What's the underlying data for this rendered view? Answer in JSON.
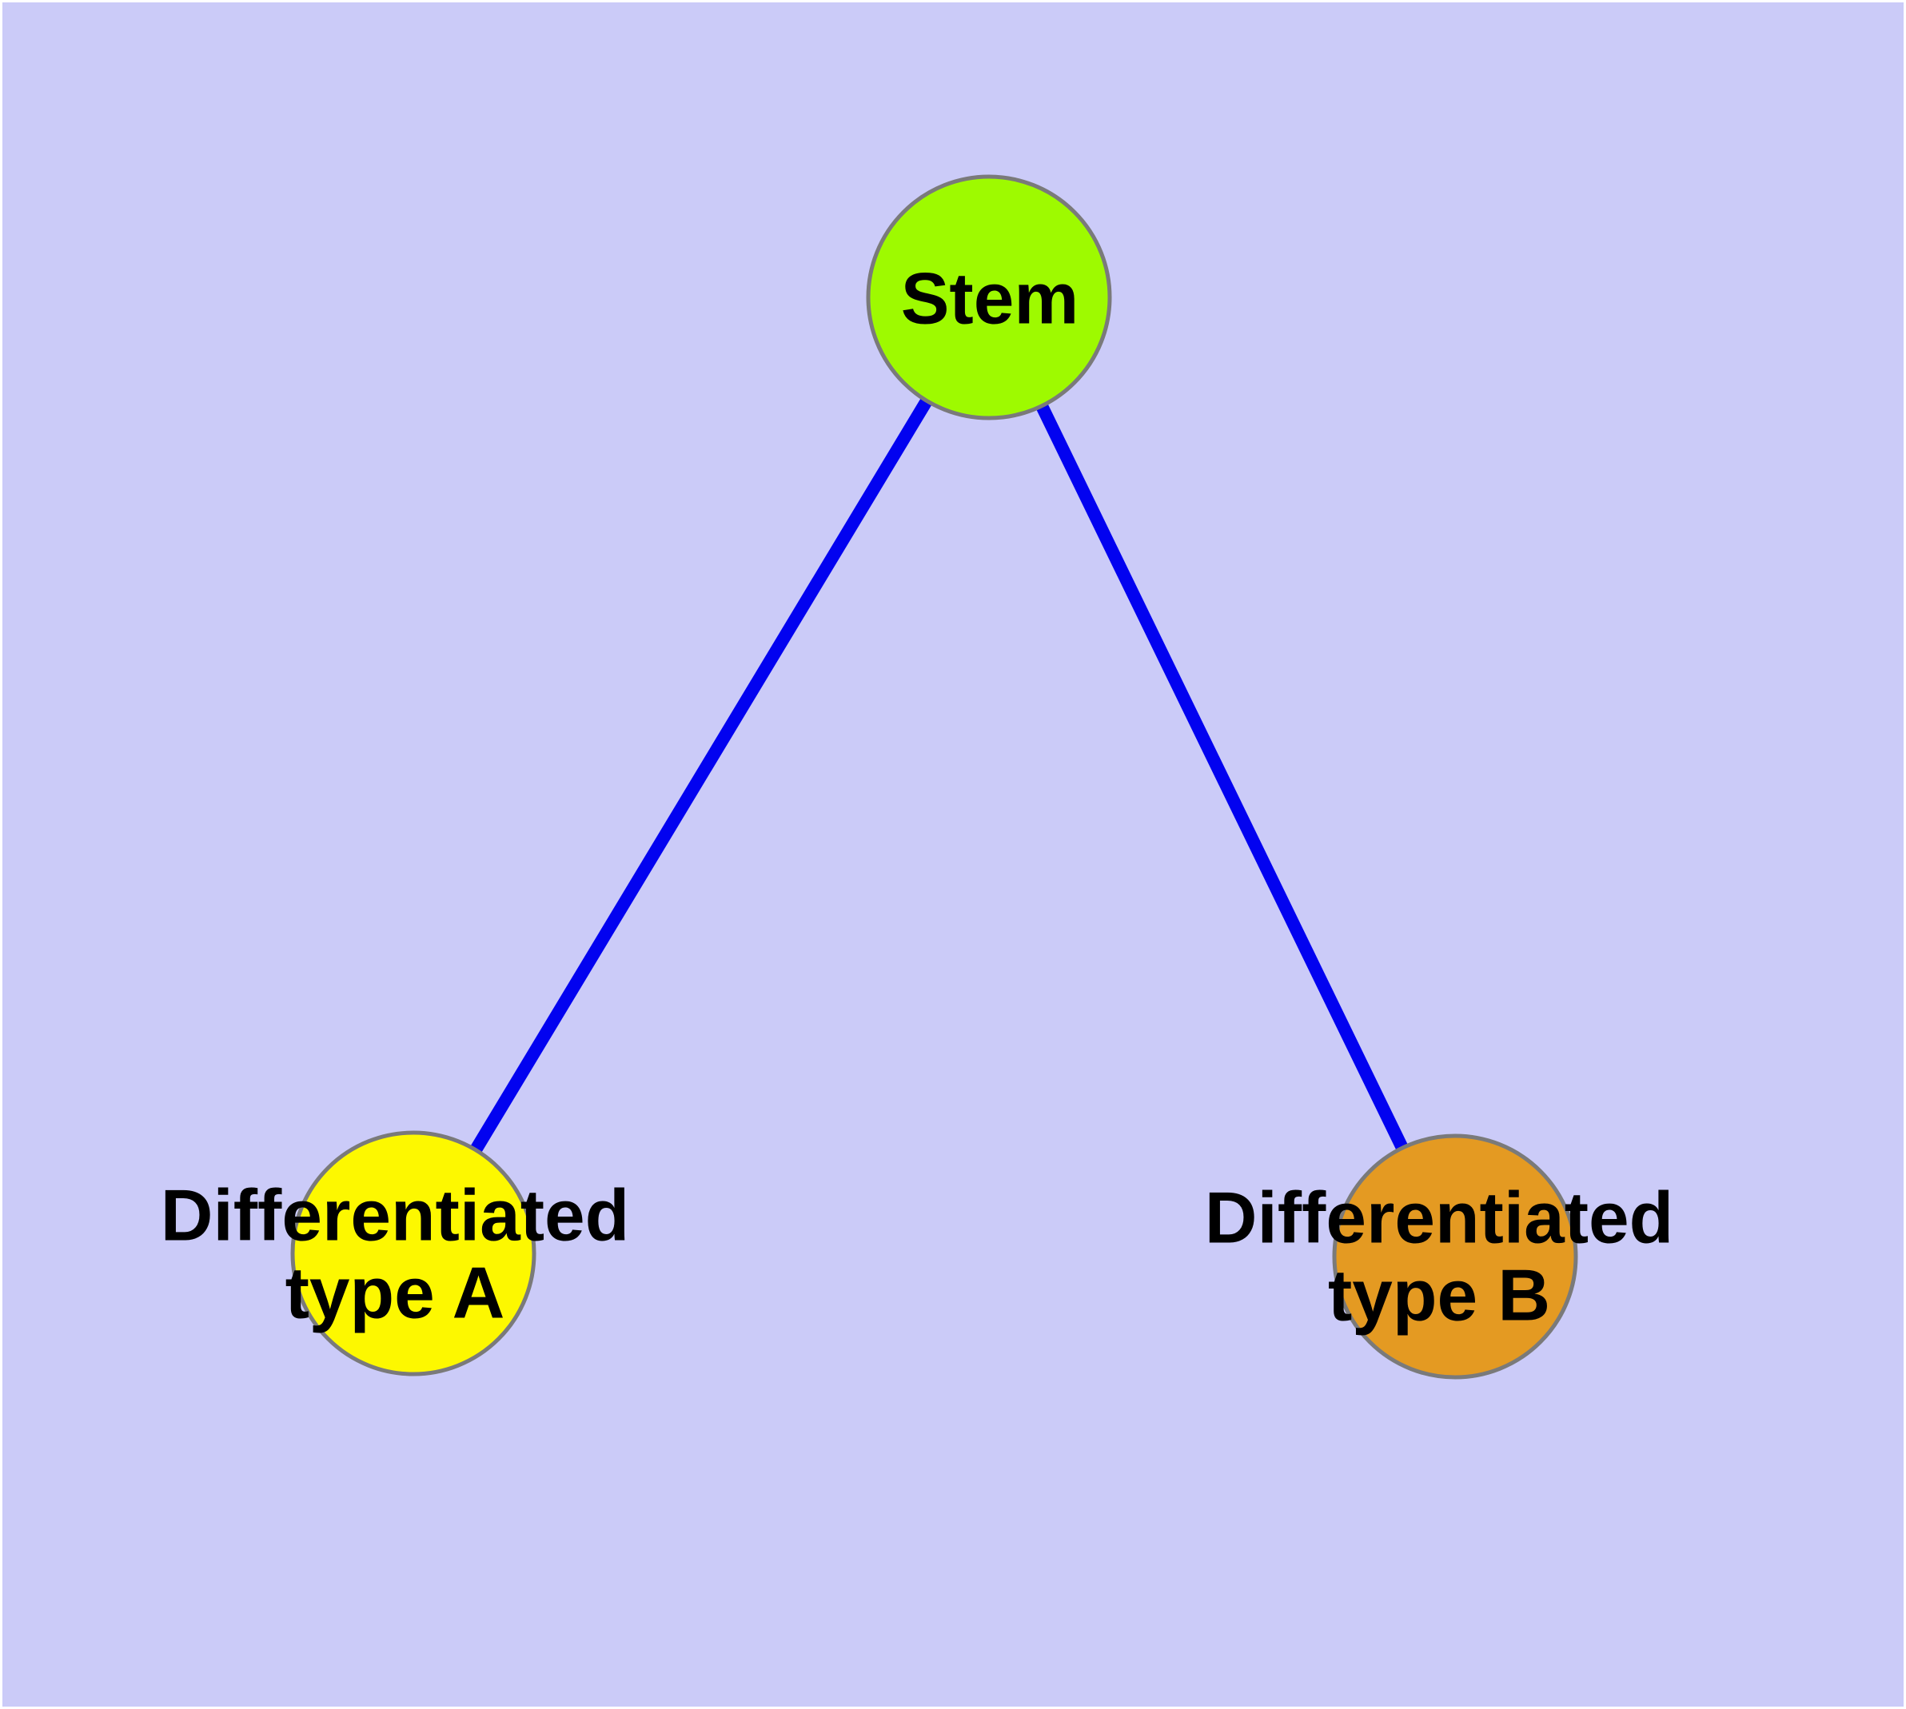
{
  "diagram": {
    "type": "graph",
    "background_color": "#CBCBF8",
    "frame_color": "#FFFFFF",
    "edge_color": "#0202F0",
    "node_border_color": "#7A7A7A",
    "label_color": "#000000",
    "nodes": [
      {
        "id": "stem",
        "label": "Stem",
        "color": "#9EFA00"
      },
      {
        "id": "differentiated-type-a",
        "label_line1": "Differentiated",
        "label_line2": "type A",
        "color": "#FDF800"
      },
      {
        "id": "differentiated-type-b",
        "label_line1": "Differentiated",
        "label_line2": "type B",
        "color": "#E49A22"
      }
    ],
    "edges": [
      {
        "from": "Stem",
        "to": "Differentiated type A"
      },
      {
        "from": "Stem",
        "to": "Differentiated type B"
      }
    ]
  }
}
